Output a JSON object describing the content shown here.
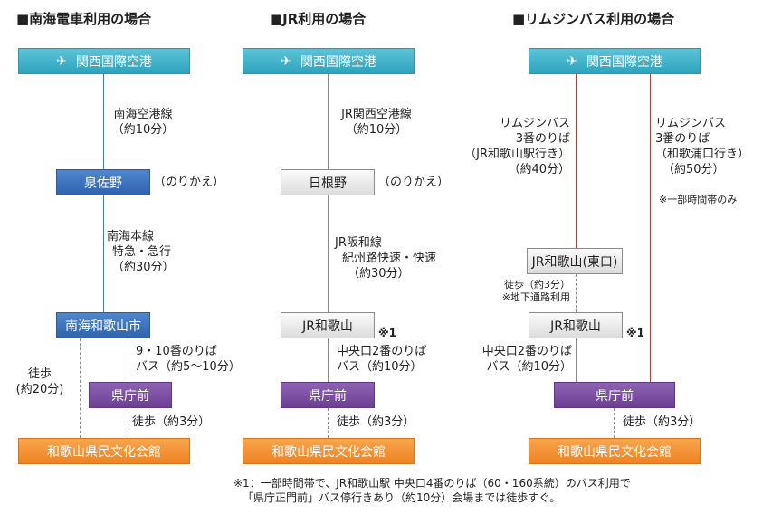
{
  "columns": {
    "nankai": {
      "title": "■南海電車利用の場合",
      "airport": {
        "icon": "airplane-icon",
        "label": "関西国際空港"
      },
      "seg1": {
        "line1": "南海空港線",
        "line2": "（約10分）"
      },
      "transfer_station": "泉佐野",
      "transfer_note": "（のりかえ）",
      "seg2": {
        "line1": "南海本線",
        "line2": "特急・急行",
        "line3": "（約30分）"
      },
      "station": "南海和歌山市",
      "bus_note": {
        "line1": "9・10番のりば",
        "line2": "バス（約5～10分）"
      },
      "walk_note": {
        "line1": "徒歩",
        "line2": "(約20分)"
      },
      "bus_stop": "県庁前",
      "walk_final": "徒歩（約3分）",
      "venue": "和歌山県民文化会館"
    },
    "jr": {
      "title": "■JR利用の場合",
      "airport": {
        "icon": "airplane-icon",
        "label": "関西国際空港"
      },
      "seg1": {
        "line1": "JR関西空港線",
        "line2": "（約10分）"
      },
      "transfer_station": "日根野",
      "transfer_note": "（のりかえ）",
      "seg2": {
        "line1": "JR阪和線",
        "line2": "紀州路快速・快速",
        "line3": "（約30分）"
      },
      "station": "JR和歌山",
      "station_mark": "※1",
      "bus_note": {
        "line1": "中央口2番のりば",
        "line2": "バス（約10分）"
      },
      "bus_stop": "県庁前",
      "walk_final": "徒歩（約3分）",
      "venue": "和歌山県民文化会館"
    },
    "limousine": {
      "title": "■リムジンバス利用の場合",
      "airport": {
        "icon": "airplane-icon",
        "label": "関西国際空港"
      },
      "route_a": {
        "line1": "リムジンバス",
        "line2": "3番のりば",
        "line3": "（JR和歌山駅行き）",
        "line4": "（約40分）"
      },
      "route_b": {
        "line1": "リムジンバス",
        "line2": "3番のりば",
        "line3": "（和歌浦口行き）",
        "line4": "（約50分）"
      },
      "route_b_note": "※一部時間帯のみ",
      "east_exit": "JR和歌山(東口)",
      "underpass": {
        "line1": "徒歩（約3分）",
        "line2": "※地下通路利用"
      },
      "station": "JR和歌山",
      "station_mark": "※1",
      "bus_note": {
        "line1": "中央口2番のりば",
        "line2": "バス（約10分）"
      },
      "bus_stop": "県庁前",
      "walk_final": "徒歩（約3分）",
      "venue": "和歌山県民文化会館"
    }
  },
  "footnote": {
    "line1": "※1：一部時間帯で、JR和歌山駅 中央口4番のりば（60・160系統）のバス利用で",
    "line2": "「県庁正門前」バス停行きあり（約10分）会場までは徒歩すぐ。"
  },
  "colors": {
    "airport": "#2ea3bb",
    "transfer_nankai": "#2f64ae",
    "transfer_jr": "#dcdcdc",
    "bus_stop": "#6c3f94",
    "venue": "#ee8322",
    "limousine_line": "#c0392b"
  }
}
